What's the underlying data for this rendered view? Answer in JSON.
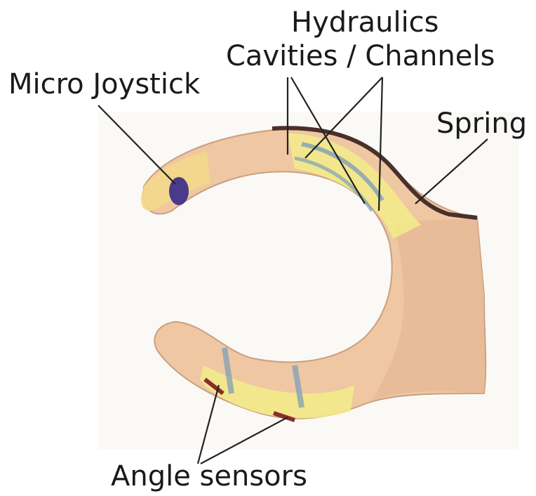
{
  "labels": {
    "hydraulics_line1": "Hydraulics",
    "hydraulics_line2": "Cavities / Channels",
    "micro_joystick": "Micro Joystick",
    "spring": "Spring",
    "angle_sensors": "Angle sensors"
  },
  "colors": {
    "skin": "#efc7a3",
    "skin_dark": "#d9a780",
    "channel_yellow": "#f2ec8a",
    "channel_blue": "#7f9fb8",
    "joystick_purple": "#4a3a8a",
    "spring_brown": "#4a2f2a",
    "leader_line": "#222222"
  }
}
